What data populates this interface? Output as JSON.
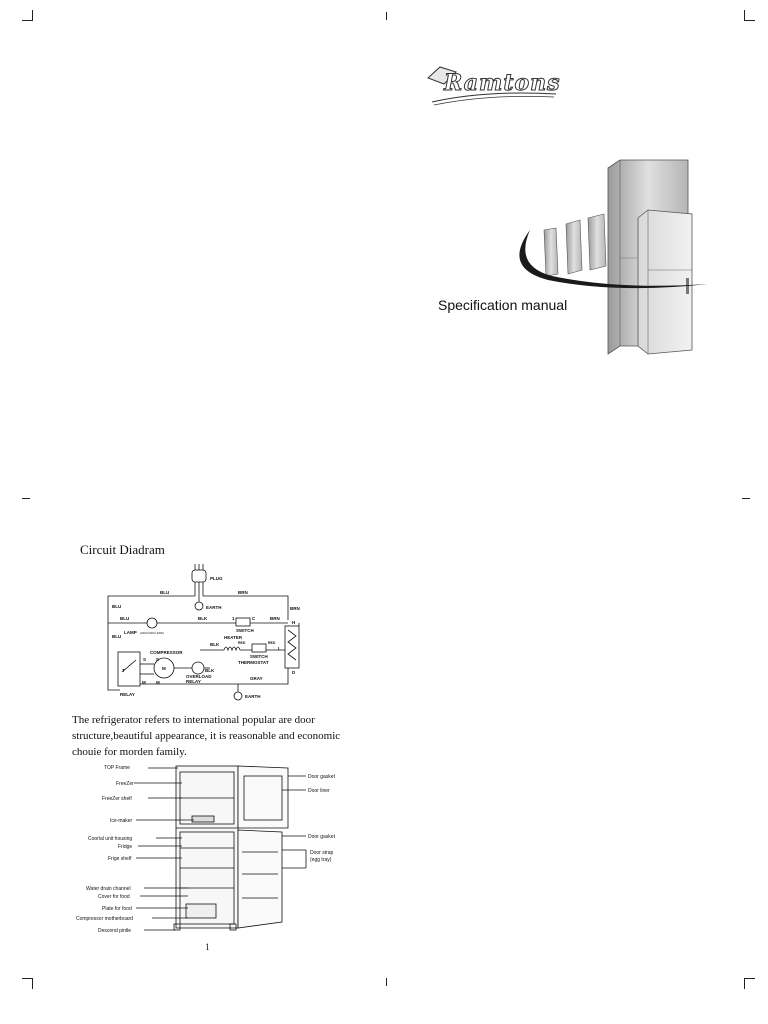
{
  "brand": {
    "name": "Ramtons"
  },
  "cover": {
    "title": "Specification manual"
  },
  "circuit": {
    "title": "Circuit Diadram",
    "labels": {
      "plug": "PLUG",
      "earth_top": "EARTH",
      "earth_bottom": "EARTH",
      "blu1": "BLU",
      "blu2": "BLU",
      "blu3": "BLU",
      "blu4": "BLU",
      "brn1": "BRN",
      "brn2": "BRN",
      "brn3": "BRN",
      "blk1": "BLK",
      "blk2": "BLK",
      "blk3": "BLK",
      "lamp": "LAMP",
      "lamp_spec": "(220V/240V-15W)",
      "switch1": "SWITCH",
      "heater": "HEATER",
      "red1": "RED",
      "red2": "RED",
      "switch2": "SWITCH",
      "thermostat": "THERMOSTAT",
      "compressor": "COMPRESSOR",
      "overload": "OVERLOAD",
      "relay_cap": "RELAY",
      "gray": "GRAY",
      "relay": "RELAY",
      "s1": "S",
      "s2": "S",
      "m1": "M",
      "m2": "M",
      "t": "T",
      "m_motor": "M",
      "t1": "1",
      "tc": "C",
      "tl": "L",
      "th": "H",
      "td": "D"
    }
  },
  "intro": {
    "text": "The refrigerator refers to international popular  are  door structure,beautiful appearance, it is reasonable and economic chouie for morden family."
  },
  "parts": {
    "left": [
      "TOP Frame",
      "FreeZer",
      "FreeZer shelf",
      "Ice-maker",
      "Coorlal unit housing",
      "Fridge",
      "Frige shelf",
      "Water drain channel",
      "Cover for food",
      "Plate for food",
      "Compressor motherboard",
      "Descend pintle"
    ],
    "right": [
      "Door gasket",
      "Door liner",
      "Door gasket",
      "Door strap",
      "(egg tray)"
    ]
  },
  "page_number": "1"
}
